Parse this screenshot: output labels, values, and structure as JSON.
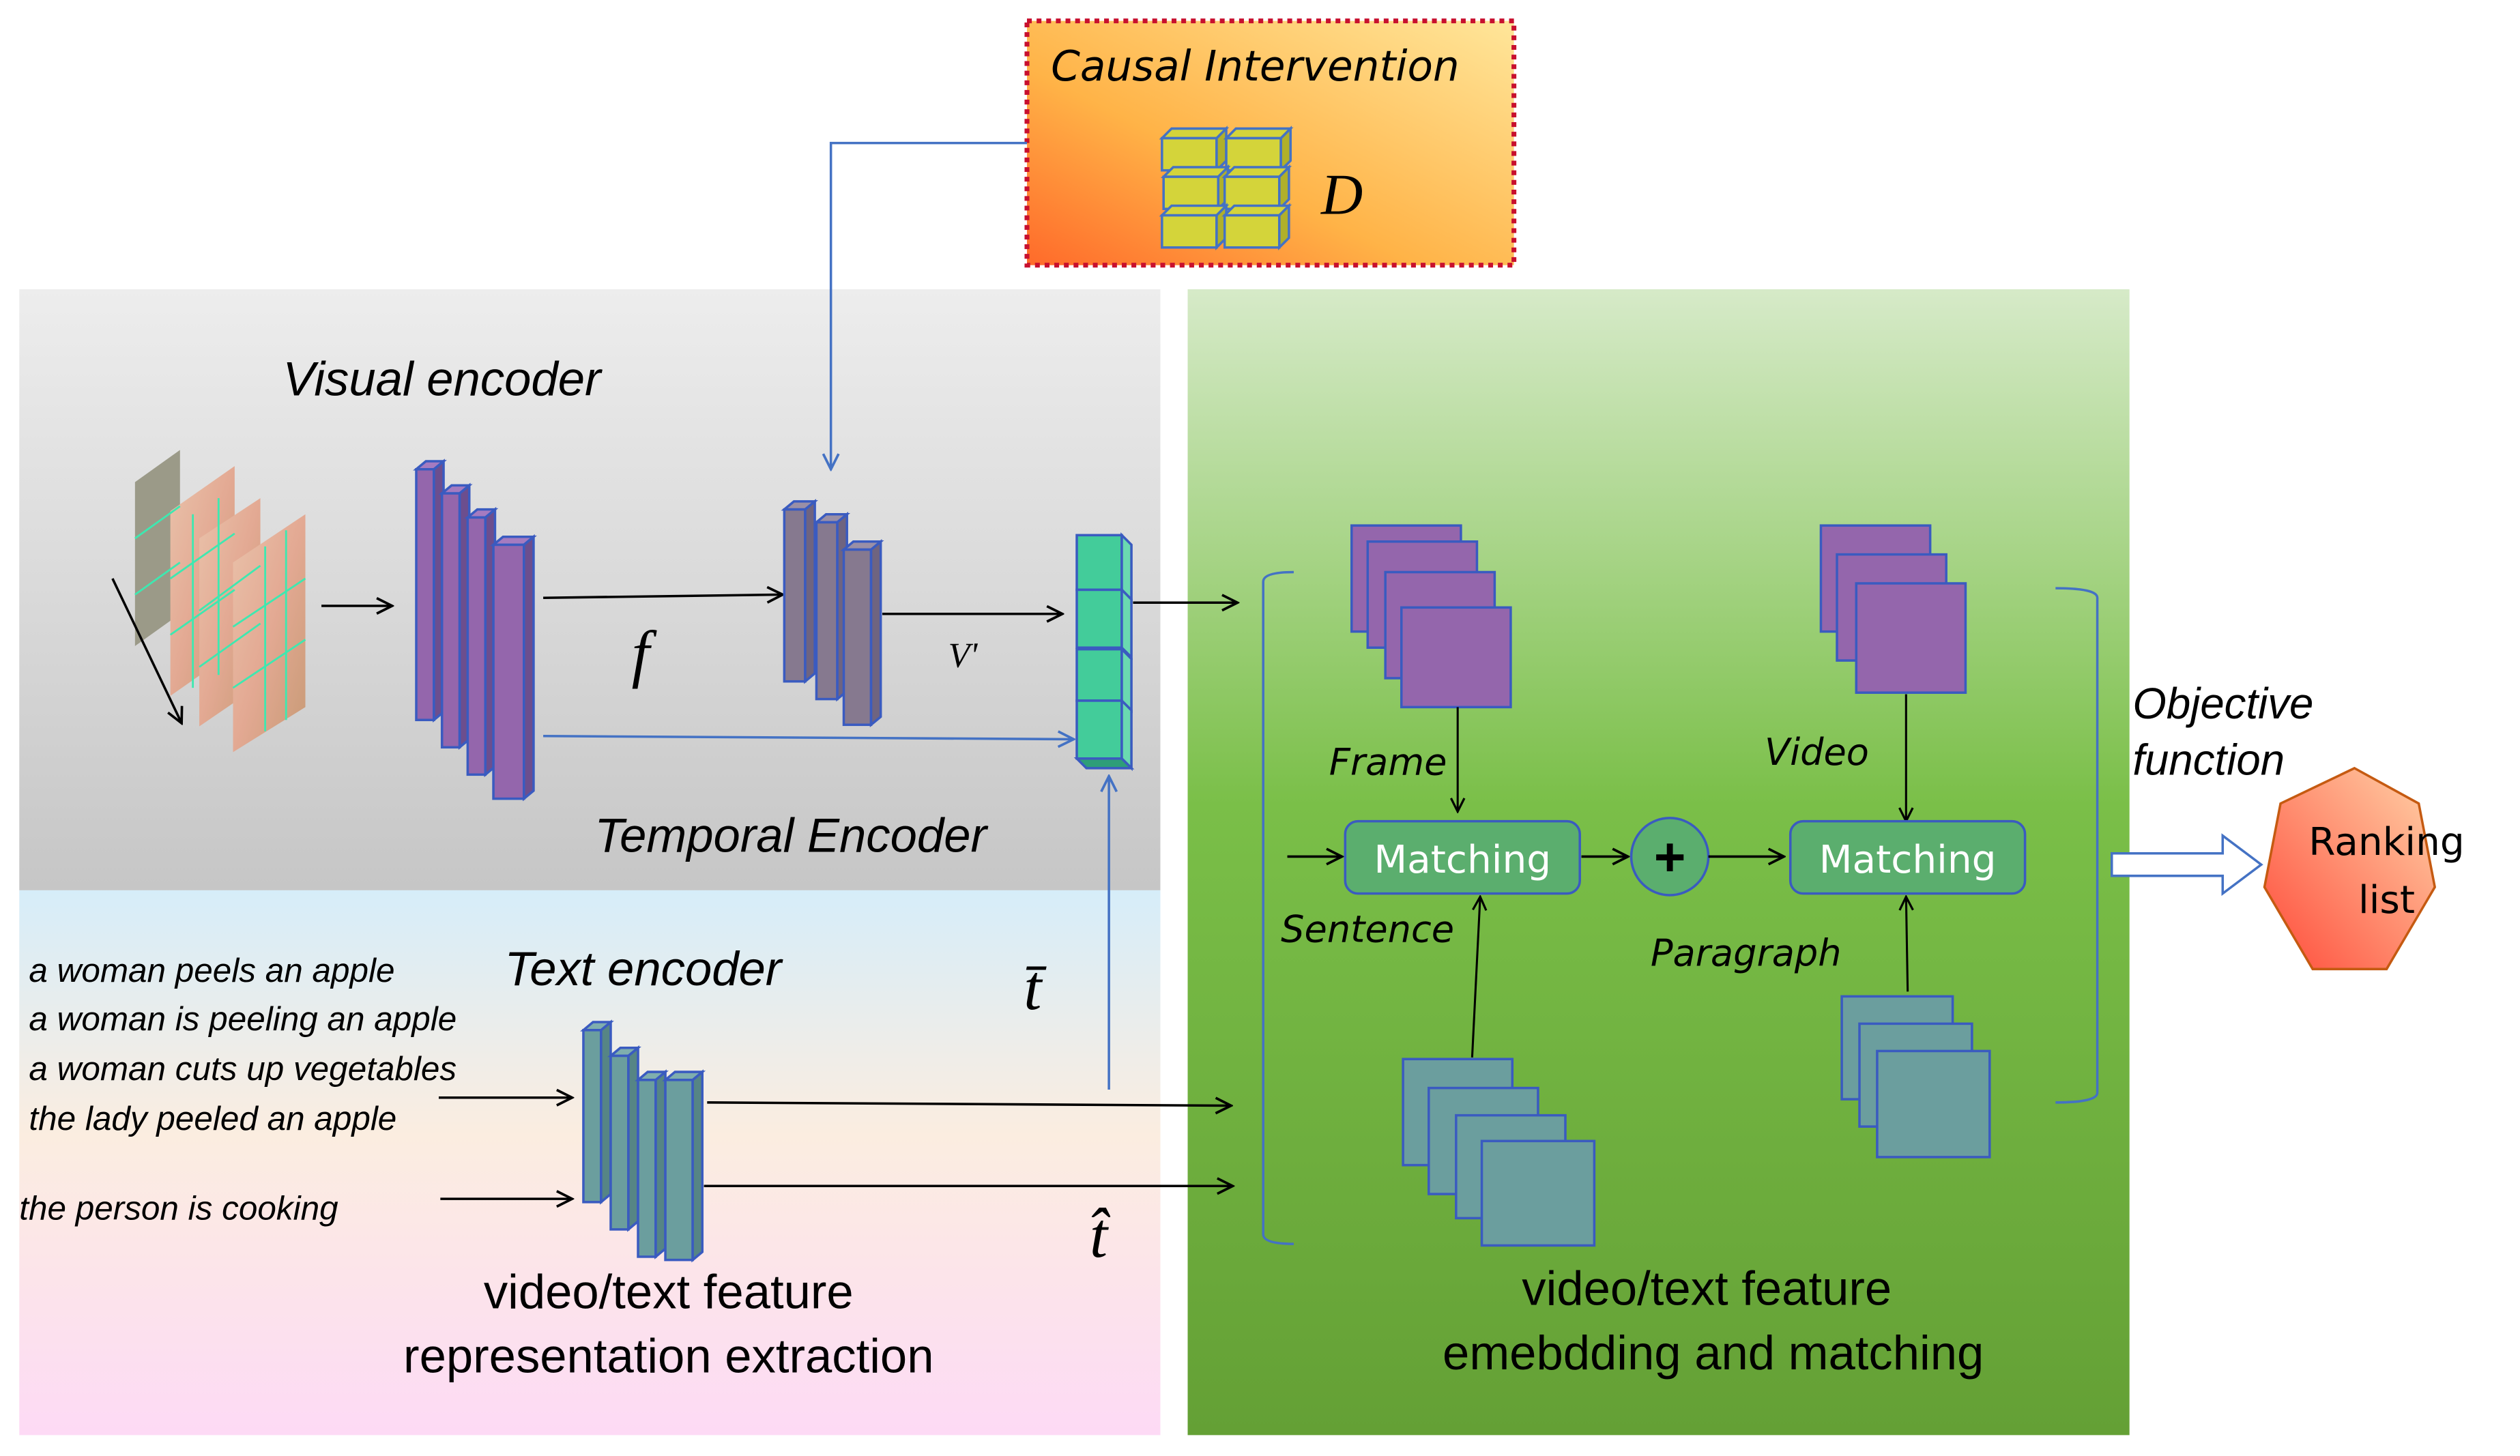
{
  "causal_intervention": {
    "title": "Causal Intervention",
    "symbol": "D"
  },
  "visual_panel": {
    "title": "Visual encoder",
    "temporal_label": "Temporal Encoder",
    "f_label": "f",
    "v_prime_label": "V'"
  },
  "text_panel": {
    "title": "Text encoder",
    "sentences": [
      "a woman peels an apple",
      "a woman is peeling an apple",
      "a woman cuts up vegetables",
      "the lady peeled an apple"
    ],
    "paragraph_sentence": "the person is cooking",
    "t_bar_label": "t̄",
    "t_hat_label": "t̂",
    "caption_line1": "video/text feature",
    "caption_line2": "representation extraction"
  },
  "matching_panel": {
    "frame_label": "Frame",
    "video_label": "Video",
    "sentence_label": "Sentence",
    "paragraph_label": "Paragraph",
    "matching1": "Matching",
    "matching2": "Matching",
    "plus": "+",
    "caption_line1": "video/text feature",
    "caption_line2": "emebdding and matching"
  },
  "objective": {
    "line1": "Objective",
    "line2": "function"
  },
  "ranking": {
    "line1": "Ranking",
    "line2": "list"
  },
  "colors": {
    "purple_block": "#9466AC",
    "gray_block": "#86798F",
    "teal_block": "#43CC9A",
    "text_block": "#6B9E9E",
    "block_stroke": "#3A5BC0",
    "arrow_blue": "#4472C4",
    "matching_fill": "#5BAE6E",
    "ranking_stroke": "#C55A11"
  }
}
